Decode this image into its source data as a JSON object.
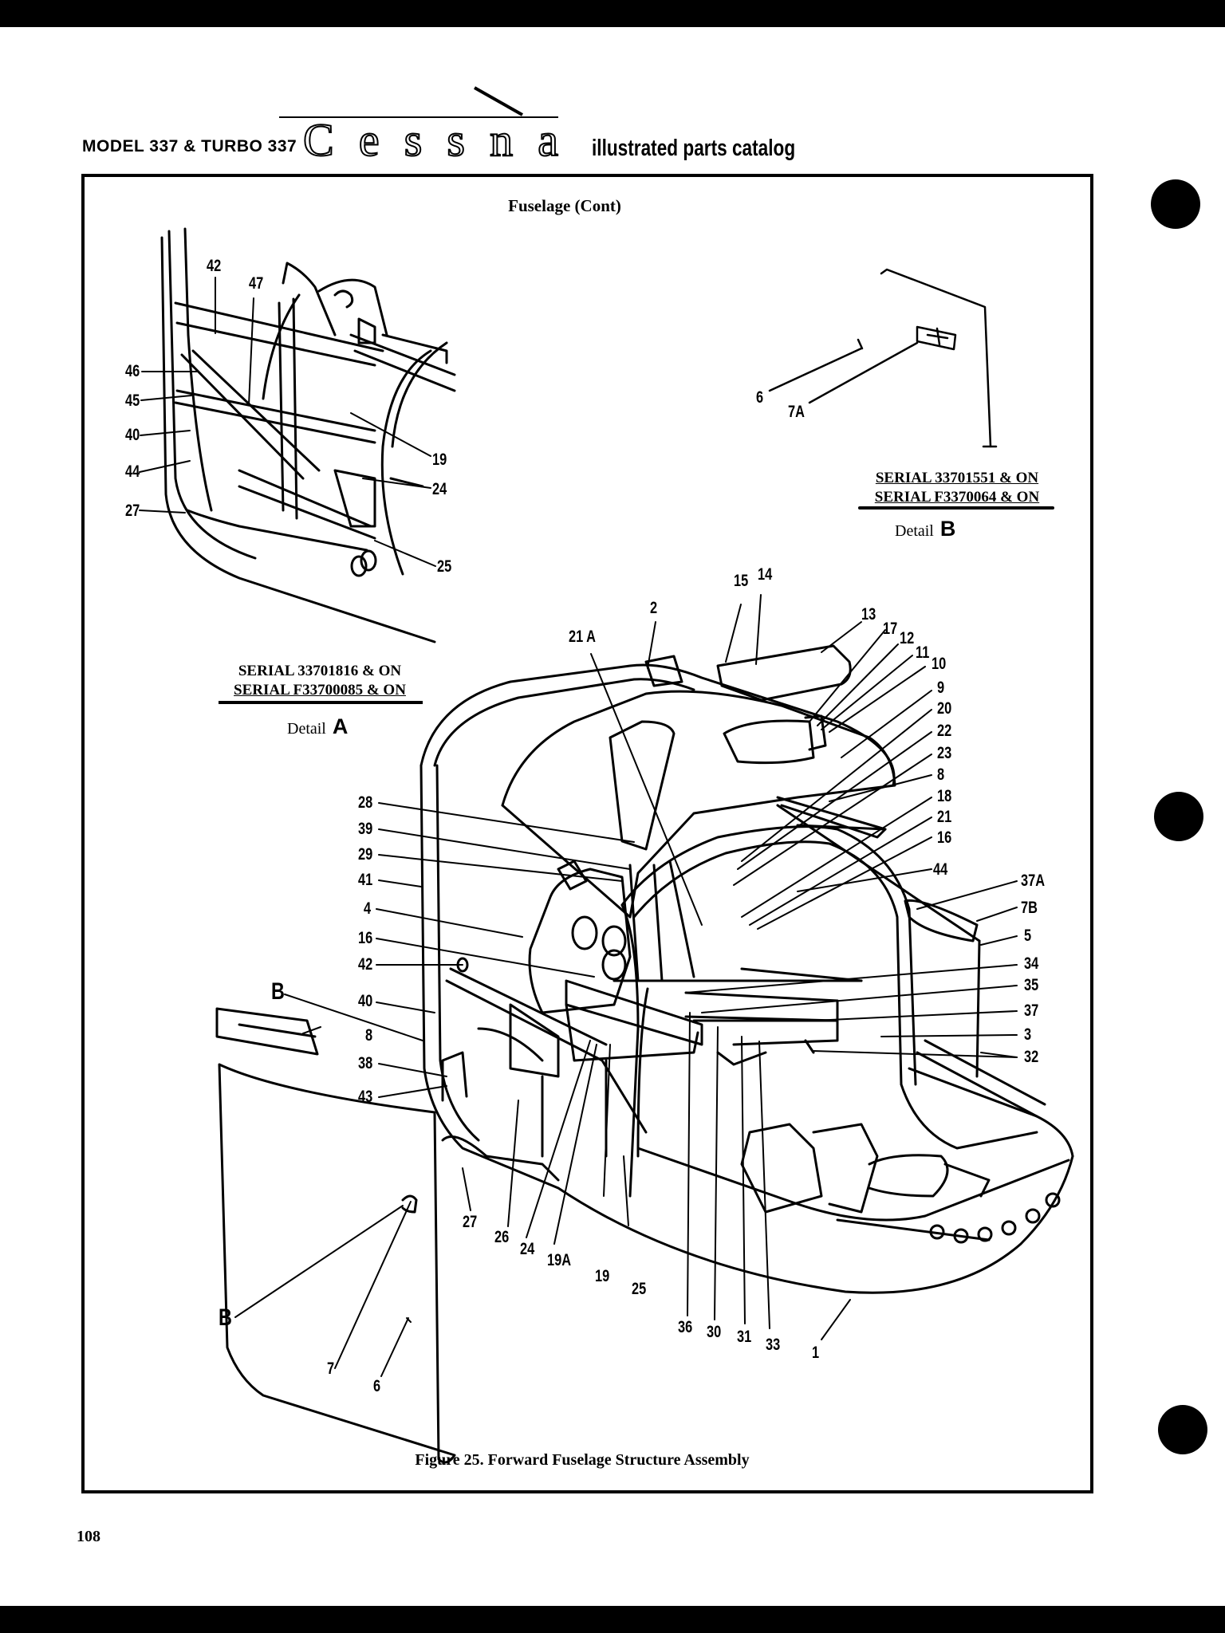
{
  "header": {
    "model": "MODEL 337 & TURBO 337",
    "brand": "Cessna",
    "catalog": "illustrated parts catalog"
  },
  "section_title": "Fuselage (Cont)",
  "detail_a": {
    "serial_1": "SERIAL 33701816 & ON",
    "serial_2": "SERIAL F33700085 & ON",
    "detail_label": "Detail",
    "detail_letter": "A"
  },
  "detail_b": {
    "serial_1": "SERIAL 33701551 & ON",
    "serial_2": "SERIAL F3370064 & ON",
    "detail_label": "Detail",
    "detail_letter": "B"
  },
  "callouts": {
    "a42": "42",
    "a47": "47",
    "a46": "46",
    "a45": "45",
    "a40": "40",
    "a44": "44",
    "a27": "27",
    "a19": "19",
    "a24": "24",
    "a25": "25",
    "b6": "6",
    "b7a": "7A",
    "m15": "15",
    "m14": "14",
    "m2": "2",
    "m21a": "21 A",
    "m13": "13",
    "m17": "17",
    "m12": "12",
    "m11": "11",
    "m10": "10",
    "m9": "9",
    "m20": "20",
    "m22": "22",
    "m23": "23",
    "m8": "8",
    "m18": "18",
    "m21": "21",
    "m16r": "16",
    "m44": "44",
    "m37a": "37A",
    "m7b": "7B",
    "m5": "5",
    "m34": "34",
    "m35": "35",
    "m37": "37",
    "m3": "3",
    "m32": "32",
    "m28": "28",
    "m39": "39",
    "m29": "29",
    "m41": "41",
    "m4": "4",
    "m16l": "16",
    "m42": "42",
    "mB1": "B",
    "m40": "40",
    "m8l": "8",
    "m38": "38",
    "m43": "43",
    "m27": "27",
    "m26": "26",
    "m24": "24",
    "m19a": "19A",
    "m19": "19",
    "m25": "25",
    "m36": "36",
    "m30": "30",
    "m31": "31",
    "m33": "33",
    "m1": "1",
    "mB2": "B",
    "m7": "7",
    "m6": "6"
  },
  "caption": "Figure 25.   Forward Fuselage Structure Assembly",
  "page_number": "108"
}
